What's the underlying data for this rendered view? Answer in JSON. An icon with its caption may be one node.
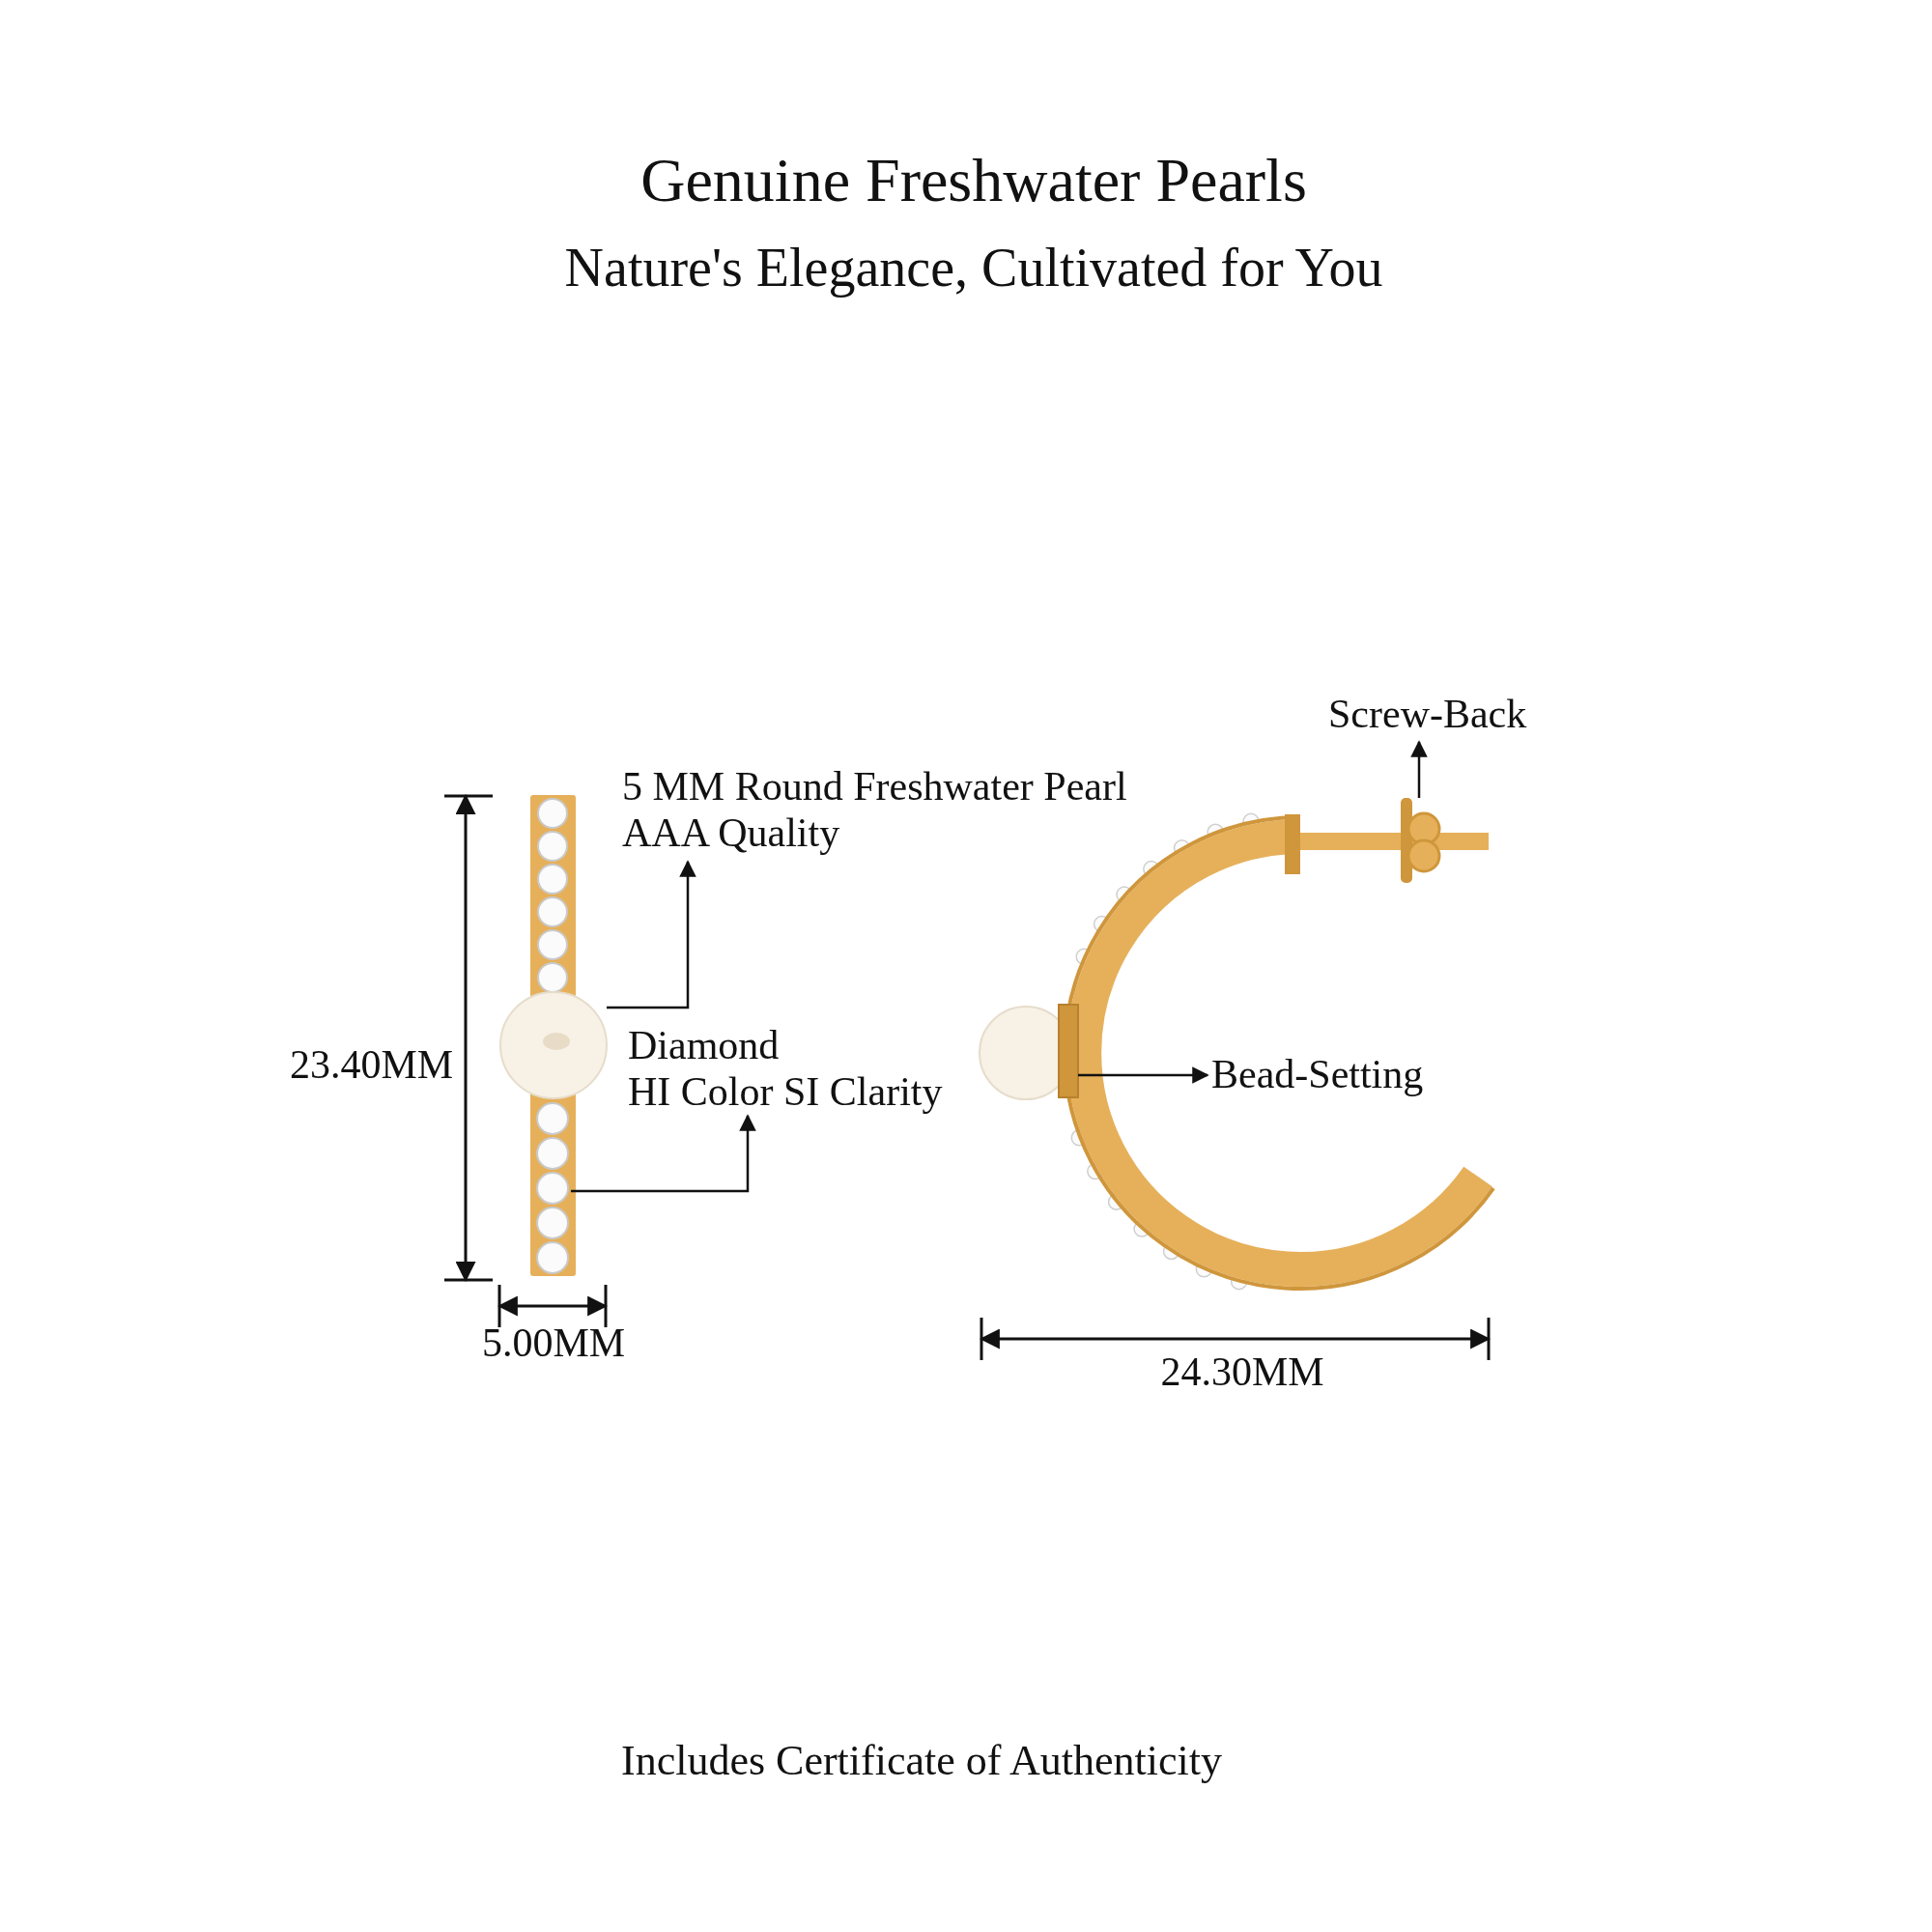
{
  "diagram": {
    "title": "Genuine Freshwater Pearls",
    "caption": "Includes Certificate of Authenticity",
    "nodes": [
      {
        "text": [
          "5 MM Round Freshwater Pearl",
          "AAA Quality"
        ]
      },
      {
        "text": [],
        "shape": "picture"
      },
      {
        "text": [
          "Diamond",
          "HI Color SI Clarity"
        ]
      },
      {
        "text": [],
        "shape": "picture"
      },
      {
        "text": [
          "Screw-Back"
        ]
      },
      {
        "text": [],
        "shape": "picture"
      },
      {
        "text": [
          "Bead-Setting"
        ]
      },
      {
        "text": [],
        "shape": "picture"
      }
    ],
    "edges": [
      {
        "from": 1,
        "to": 0,
        "arrow": "to"
      },
      {
        "from": 3,
        "to": 2,
        "arrow": "to"
      },
      {
        "from": 5,
        "to": 4,
        "arrow": "to"
      },
      {
        "from": 7,
        "to": 6,
        "arrow": "to"
      }
    ],
    "labels": [
      "Nature's Elegance, Cultivated for You",
      "23.40MM",
      "5.00MM",
      "24.30MM"
    ]
  }
}
